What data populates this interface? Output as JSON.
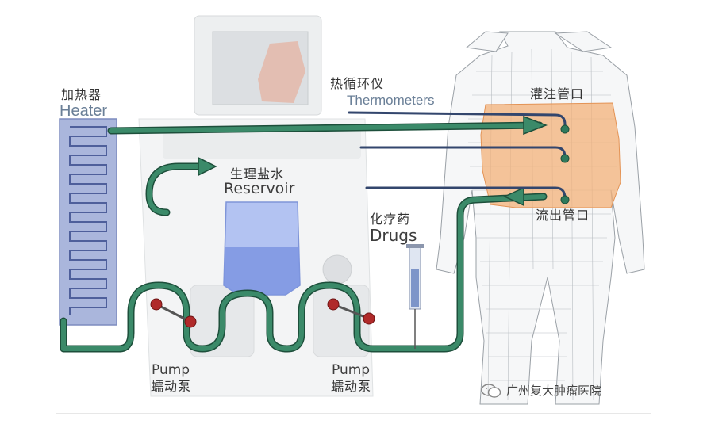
{
  "labels": {
    "heater_zh": "加热器",
    "heater_en": "Heater",
    "thermo_zh": "热循环仪",
    "thermo_en": "Thermometers",
    "reservoir_zh": "生理盐水",
    "reservoir_en": "Reservoir",
    "drugs_zh": "化疗药",
    "drugs_en": "Drugs",
    "inflow_zh": "灌注管口",
    "outflow_zh": "流出管口",
    "pump1_en": "Pump",
    "pump1_zh": "蠕动泵",
    "pump2_en": "Pump",
    "pump2_zh": "蠕动泵"
  },
  "watermark": {
    "text": "广州复大肿瘤医院",
    "icon": "wechat-icon"
  },
  "colors": {
    "tube": "#2f7a5c",
    "tube_edge": "#1d4f3b",
    "heater": "#aab6dc",
    "reservoir": "#8ea4e8",
    "abdomen": "#f3b27a",
    "probe": "#33466d",
    "pump_ball": "#b02a2a"
  }
}
